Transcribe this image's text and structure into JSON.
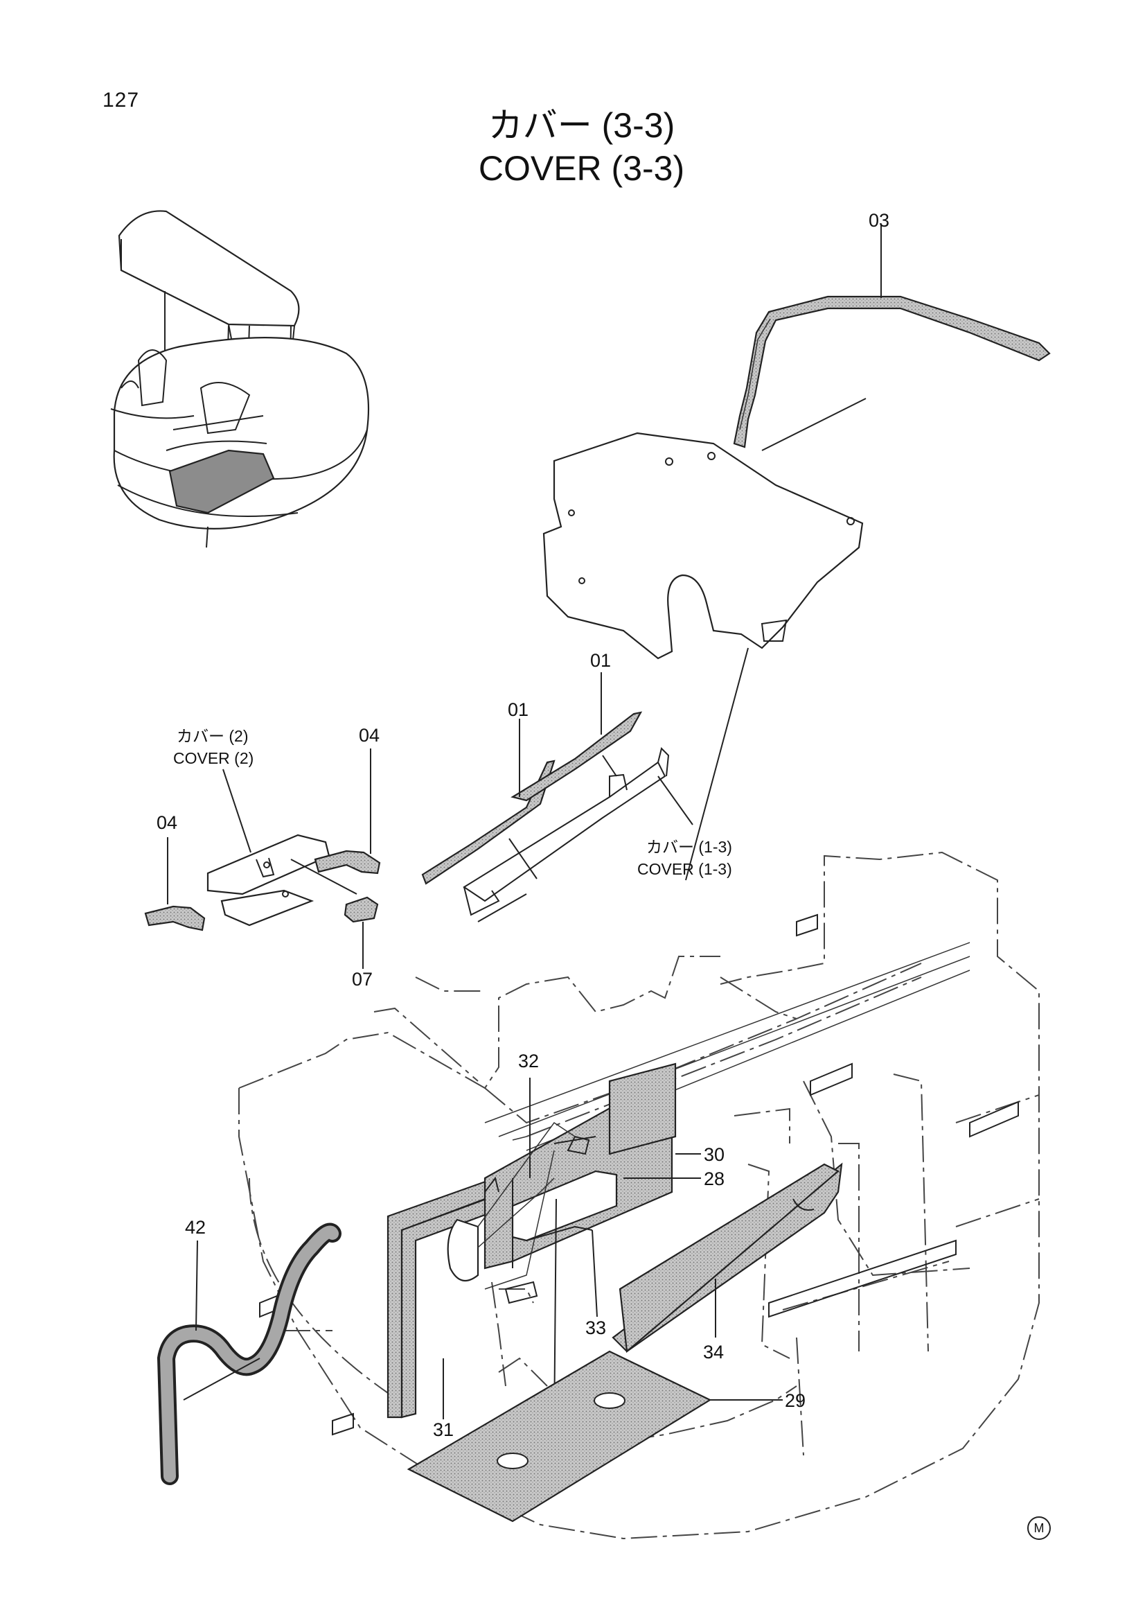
{
  "page": {
    "number": "127",
    "title_ja": "カバー (3-3)",
    "title_en": "COVER (3-3)",
    "maker_mark": "M"
  },
  "callouts": {
    "p03": "03",
    "p01a": "01",
    "p01b": "01",
    "p04a": "04",
    "p04b": "04",
    "p07": "07",
    "p32": "32",
    "p30": "30",
    "p28": "28",
    "p42": "42",
    "p33": "33",
    "p31": "31",
    "p34": "34",
    "p29": "29"
  },
  "references": {
    "cover2_ja": "カバー (2)",
    "cover2_en": "COVER (2)",
    "cover13_ja": "カバー (1-3)",
    "cover13_en": "COVER (1-3)"
  }
}
